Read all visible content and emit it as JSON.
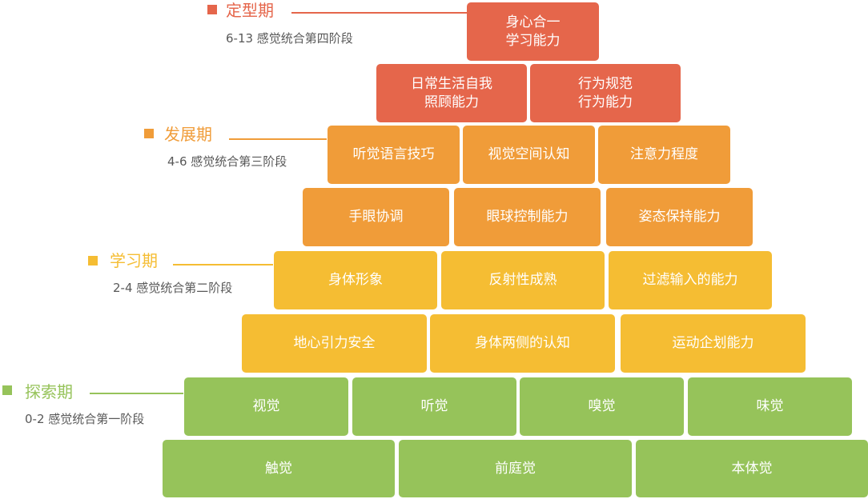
{
  "colors": {
    "stage_1": "#e5664b",
    "stage_2": "#f09c39",
    "stage_3": "#f5bd33",
    "stage_4": "#96c35a"
  },
  "stages": [
    {
      "title": "定型期",
      "subtitle": "6-13 感觉统合第四阶段"
    },
    {
      "title": "发展期",
      "subtitle": "4-6 感觉统合第三阶段"
    },
    {
      "title": "学习期",
      "subtitle": "2-4 感觉统合第二阶段"
    },
    {
      "title": "探索期",
      "subtitle": "0-2 感觉统合第一阶段"
    }
  ],
  "pyramid": {
    "row1": [
      {
        "line1": "身心合一",
        "line2": "学习能力"
      }
    ],
    "row2": [
      {
        "line1": "日常生活自我",
        "line2": "照顾能力"
      },
      {
        "line1": "行为规范",
        "line2": "行为能力"
      }
    ],
    "row3": [
      "听觉语言技巧",
      "视觉空间认知",
      "注意力程度"
    ],
    "row4": [
      "手眼协调",
      "眼球控制能力",
      "姿态保持能力"
    ],
    "row5": [
      "身体形象",
      "反射性成熟",
      "过滤输入的能力"
    ],
    "row6": [
      "地心引力安全",
      "身体两侧的认知",
      "运动企划能力"
    ],
    "row7": [
      "视觉",
      "听觉",
      "嗅觉",
      "味觉"
    ],
    "row8": [
      "触觉",
      "前庭觉",
      "本体觉"
    ]
  }
}
